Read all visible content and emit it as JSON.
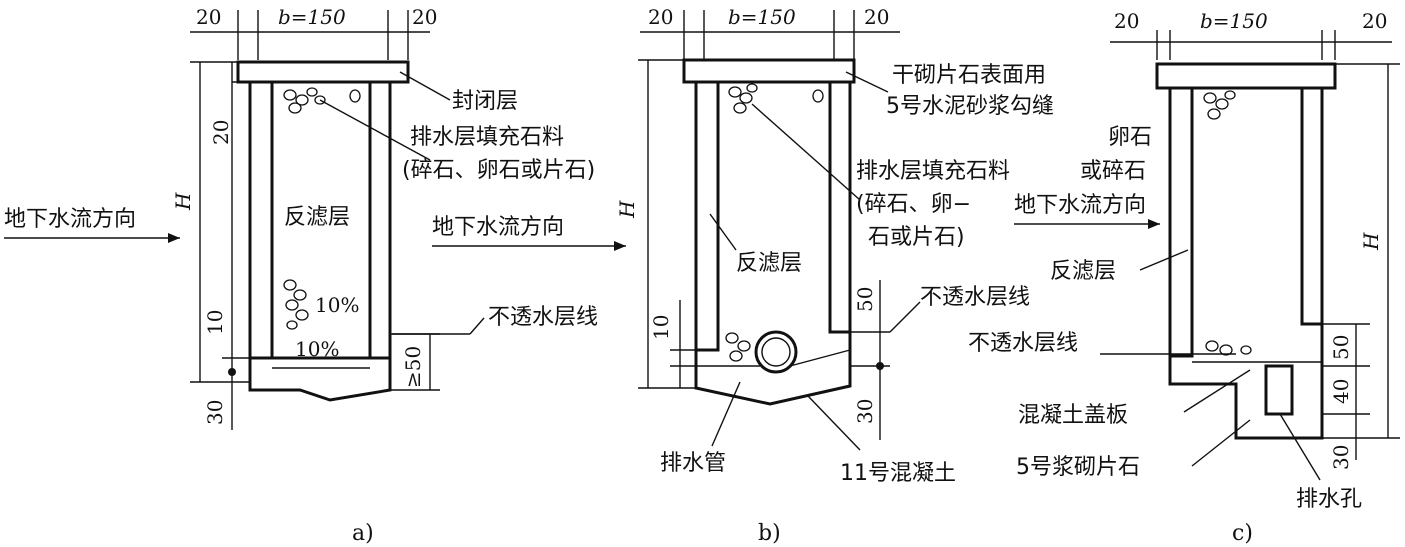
{
  "panel_a": {
    "caption": "a)",
    "dim_left": "20",
    "dim_width": "b=150",
    "dim_right": "20",
    "dim_cap_h": "20",
    "dim_h": "H",
    "dim_bottom_10": "10",
    "dim_bottom_30": "30",
    "dim_ge50": "≥50",
    "slope_1": "10%",
    "slope_2": "10%",
    "label_seal": "封闭层",
    "label_fill_1": "排水层填充石料",
    "label_fill_2": "(碎石、卵石或片石)",
    "label_filter": "反滤层",
    "label_flow": "地下水流方向",
    "label_impermeable": "不透水层线"
  },
  "panel_b": {
    "caption": "b)",
    "dim_left": "20",
    "dim_width": "b=150",
    "dim_right": "20",
    "dim_h": "H",
    "dim_10": "10",
    "dim_50": "50",
    "dim_30": "30",
    "label_cap_1": "干砌片石表面用",
    "label_cap_2": "5号水泥砂浆勾缝",
    "label_fill_1": "排水层填充石料",
    "label_fill_2": "(碎石、卵−",
    "label_fill_3": "石或片石)",
    "label_flow": "地下水流方向",
    "label_filter": "反滤层",
    "label_impermeable": "不透水层线",
    "label_pipe": "排水管",
    "label_concrete": "11号混凝土"
  },
  "panel_c": {
    "caption": "c)",
    "dim_left": "20",
    "dim_width": "b=150",
    "dim_right": "20",
    "dim_h": "H",
    "dim_50": "50",
    "dim_40": "40",
    "dim_30": "30",
    "label_pebble_1": "卵石",
    "label_pebble_2": "或碎石",
    "label_flow": "地下水流方向",
    "label_filter": "反滤层",
    "label_impermeable": "不透水层线",
    "label_cover": "混凝土盖板",
    "label_masonry": "5号浆砌片石",
    "label_hole": "排水孔"
  }
}
